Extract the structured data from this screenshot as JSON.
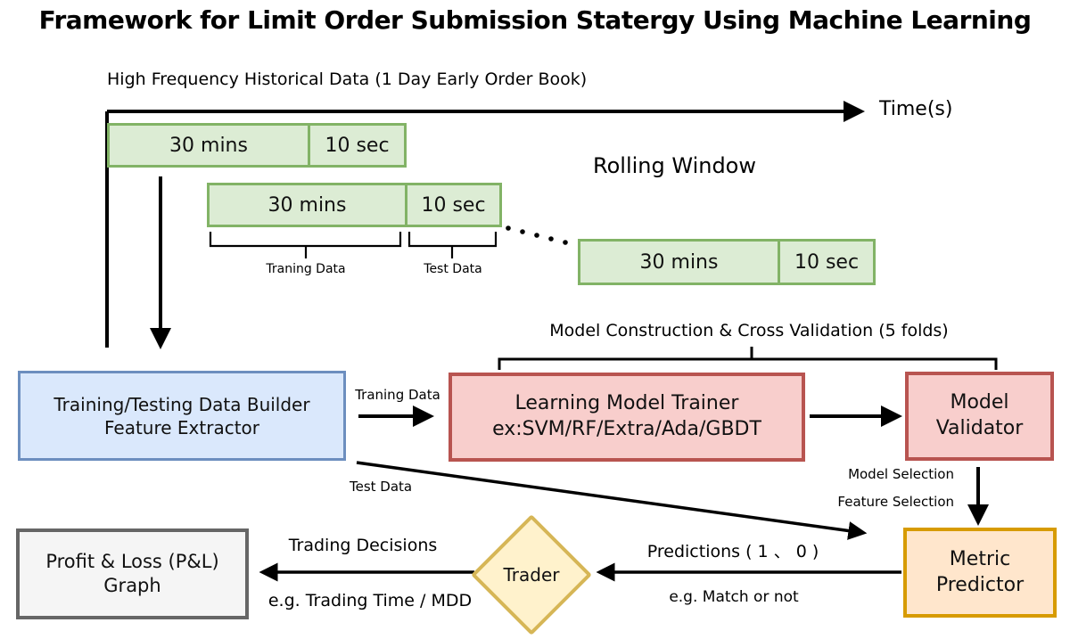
{
  "title": "Framework for Limit Order Submission Statergy Using Machine Learning",
  "header": {
    "data_label": "High Frequency Historical Data (1 Day Early Order Book)",
    "time_axis_label": "Time(s)",
    "rolling_window_label": "Rolling Window"
  },
  "windows": {
    "w1": {
      "train": "30 mins",
      "test": "10 sec"
    },
    "w2": {
      "train": "30 mins",
      "test": "10 sec"
    },
    "w3": {
      "train": "30 mins",
      "test": "10 sec"
    },
    "train_annotation": "Traning Data",
    "test_annotation": "Test Data"
  },
  "pipeline": {
    "cross_validation_label": "Model Construction & Cross Validation (5 folds)",
    "data_builder": {
      "line1": "Training/Testing Data Builder",
      "line2": "Feature Extractor"
    },
    "model_trainer": {
      "line1": "Learning Model Trainer",
      "line2": "ex:SVM/RF/Extra/Ada/GBDT"
    },
    "model_validator": {
      "line1": "Model",
      "line2": "Validator"
    },
    "metric_predictor": {
      "line1": "Metric",
      "line2": "Predictor"
    },
    "trader": "Trader",
    "pnl_graph": {
      "line1": "Profit & Loss (P&L)",
      "line2": "Graph"
    }
  },
  "edge_labels": {
    "traning_data": "Traning Data",
    "test_data": "Test Data",
    "model_selection": "Model Selection",
    "feature_selection": "Feature Selection",
    "predictions": "Predictions ( 1 、 0 )",
    "predictions_example": "e.g. Match or not",
    "trading_decisions": "Trading Decisions",
    "trading_decisions_example": "e.g. Trading Time / MDD"
  },
  "colors": {
    "window_fill": "#dcecd4",
    "window_border": "#82b366",
    "builder_fill": "#dae8fc",
    "builder_border": "#6c8ebf",
    "trainer_fill": "#f8cecc",
    "trainer_border": "#b85450",
    "metric_fill": "#ffe6cc",
    "metric_border": "#d79b00",
    "trader_fill": "#fff2cc",
    "trader_border": "#d6b656",
    "pnl_fill": "#f5f5f5",
    "pnl_border": "#666666",
    "connector": "#000000"
  }
}
